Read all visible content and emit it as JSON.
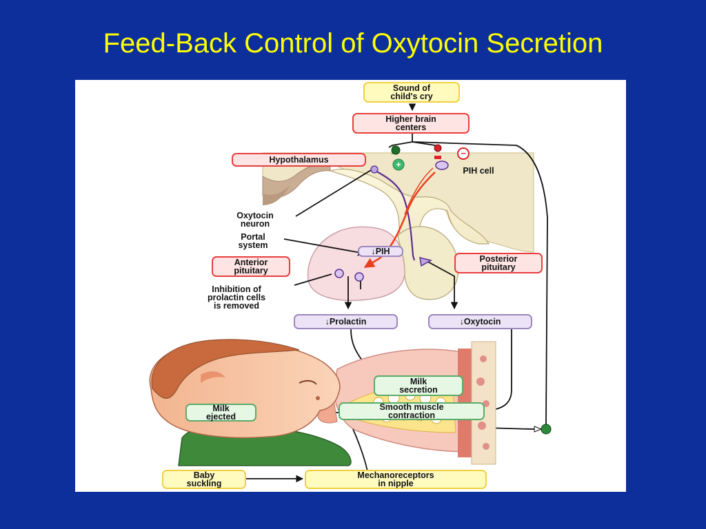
{
  "title": "Feed-Back Control of Oxytocin Secretion",
  "diagram": {
    "sound_of_cry": "Sound of\nchild's cry",
    "higher_brain": "Higher brain\ncenters",
    "hypothalamus": "Hypothalamus",
    "pih_cell": "PIH cell",
    "oxytocin_neuron": "Oxytocin\nneuron",
    "portal_system": "Portal\nsystem",
    "pih": "↓PIH",
    "anterior_pituitary": "Anterior\npituitary",
    "posterior_pituitary": "Posterior\npituitary",
    "inhibition_removed": "Inhibition of\nprolactin cells\nis removed",
    "prolactin": "↓Prolactin",
    "oxytocin": "↓Oxytocin",
    "milk_secretion": "Milk\nsecretion",
    "smooth_muscle": "Smooth muscle\ncontraction",
    "milk_ejected": "Milk\nejected",
    "baby_suckling": "Baby\nsuckling",
    "mechanoreceptors": "Mechanoreceptors\nin nipple",
    "minus_sign": "−",
    "plus_sign": "+"
  },
  "colors": {
    "background": "#0c2f9c",
    "title": "#ffff00",
    "oxytocin_tract": "#5a2d91",
    "pih_tract": "#e8401e"
  }
}
